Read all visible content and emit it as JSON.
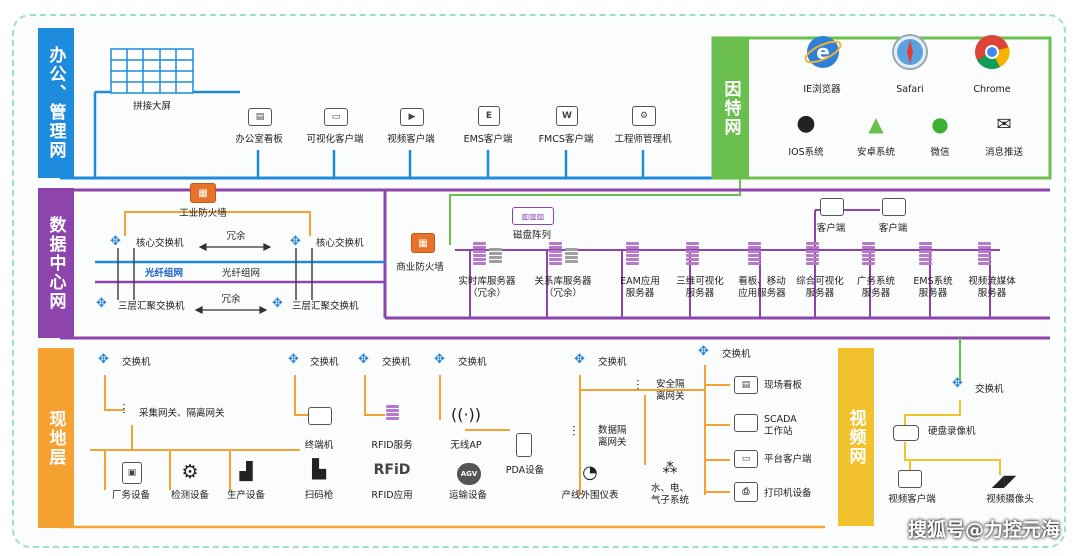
{
  "bands": {
    "office": "办公、管理网",
    "datacenter": "数据中心网",
    "field": "现地层",
    "internet": "因特网",
    "video": "视频网"
  },
  "office": {
    "screen": "拼接大屏",
    "board": "办公室看板",
    "vis": "可视化客户端",
    "video": "视频客户端",
    "ems": "EMS客户端",
    "fmcs": "FMCS客户端",
    "eng": "工程师管理机",
    "ems_glyph": "E",
    "fmcs_glyph": "W"
  },
  "internet": {
    "ie": "IE浏览器",
    "safari": "Safari",
    "chrome": "Chrome",
    "ios": "IOS系统",
    "android": "安卓系统",
    "wechat": "微信",
    "push": "消息推送"
  },
  "dc": {
    "fw": "工业防火墙",
    "core1": "核心交换机",
    "core2": "核心交换机",
    "redund1": "冗余",
    "fiber1": "光纤组网",
    "fiber2": "光纤组网",
    "agg1": "三层汇聚交换机",
    "agg2": "三层汇聚交换机",
    "redund2": "冗余",
    "bizfw": "商业防火墙",
    "disk": "磁盘阵列",
    "client1": "客户端",
    "client2": "客户端",
    "servers": [
      {
        "l1": "实时库服务器",
        "l2": "（冗余）"
      },
      {
        "l1": "关系库服务器",
        "l2": "（冗余）"
      },
      {
        "l1": "EAM应用",
        "l2": "服务器"
      },
      {
        "l1": "三维可视化",
        "l2": "服务器"
      },
      {
        "l1": "看板、移动",
        "l2": "应用服务器"
      },
      {
        "l1": "综合可视化",
        "l2": "服务器"
      },
      {
        "l1": "广务系统",
        "l2": "服务器"
      },
      {
        "l1": "EMS系统",
        "l2": "服务器"
      },
      {
        "l1": "视频流媒体",
        "l2": "服务器"
      }
    ]
  },
  "field": {
    "sw1": "交换机",
    "sw2": "交换机",
    "sw3": "交换机",
    "sw4": "交换机",
    "sw5": "交换机",
    "sw6": "交换机",
    "collect": "采集网关、隔离网关",
    "factory": "厂务设备",
    "test": "检测设备",
    "prod": "生产设备",
    "terminal": "终端机",
    "scan": "扫码枪",
    "rfidsvc": "RFID服务",
    "rfidapp": "RFID应用",
    "rfid_logo": "RFiD",
    "ap": "无线AP",
    "agv": "运输设备",
    "agv_logo": "AGV",
    "pda": "PDA设备",
    "dataiso1": "数据隔",
    "dataiso2": "离网关",
    "secure1": "安全隔",
    "secure2": "离网关",
    "meter": "产线外围仪表",
    "water1": "水、电、",
    "water2": "气子系统",
    "board": "现场看板",
    "scada1": "SCADA",
    "scada2": "工作站",
    "platform": "平台客户端",
    "printer": "打印机设备"
  },
  "video": {
    "sw": "交换机",
    "nvr": "硬盘录像机",
    "client": "视频客户端",
    "cam": "视频摄像头"
  },
  "watermark": "搜狐号@力控元海",
  "colors": {
    "office": "#1e8bdc",
    "datacenter": "#8e44ad",
    "field": "#f5a233",
    "internet": "#6bbf4e",
    "video": "#f2c22e"
  }
}
